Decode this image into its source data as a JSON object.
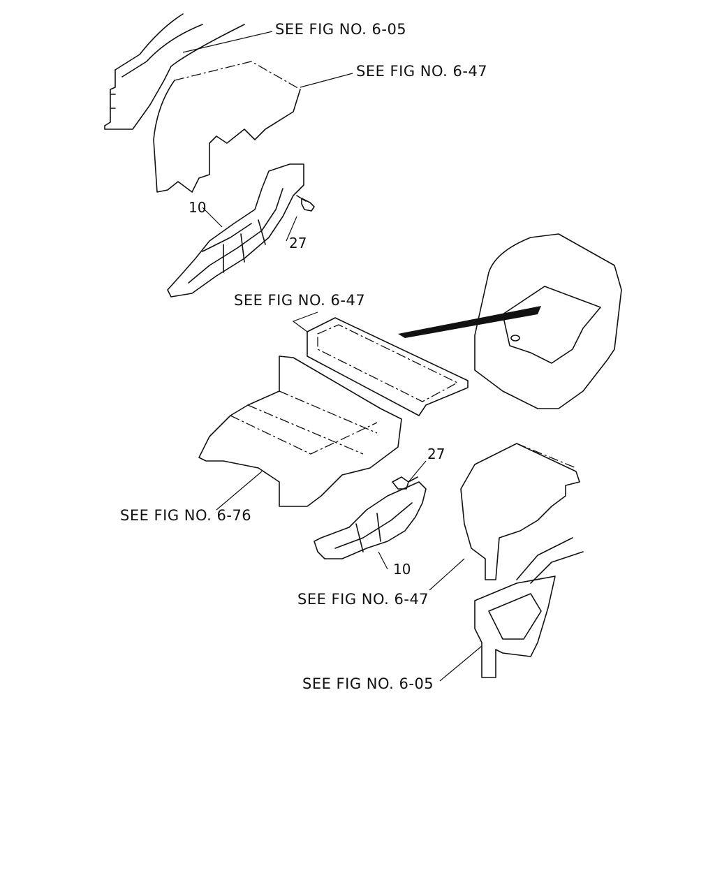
{
  "callouts": {
    "fig_6_05_top": "SEE FIG NO. 6-05",
    "fig_6_47_top": "SEE FIG NO. 6-47",
    "fig_6_47_mid": "SEE FIG NO. 6-47",
    "fig_6_76": "SEE FIG NO. 6-76",
    "fig_6_47_bottom": "SEE FIG NO. 6-47",
    "fig_6_05_bottom": "SEE FIG NO. 6-05"
  },
  "parts": {
    "bracket_upper_number": "10",
    "bolt_upper_number": "27",
    "bolt_lower_number": "27",
    "bracket_lower_number": "10"
  }
}
